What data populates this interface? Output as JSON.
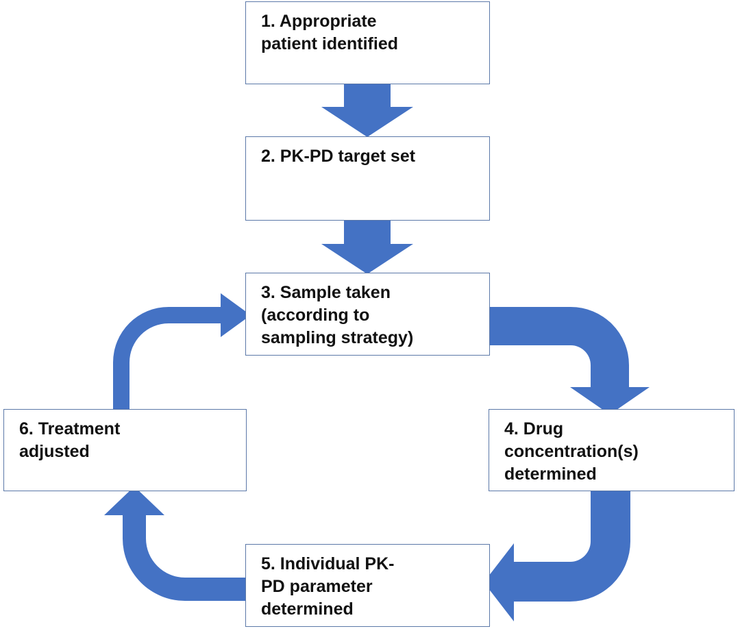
{
  "diagram": {
    "arrow_color": "#4472c4",
    "steps": [
      {
        "label": "1. Appropriate\npatient identified"
      },
      {
        "label": "2. PK-PD target set"
      },
      {
        "label": "3. Sample taken\n(according to\nsampling strategy)"
      },
      {
        "label": "4. Drug\nconcentration(s)\ndetermined"
      },
      {
        "label": "5. Individual PK-\nPD parameter\ndetermined"
      },
      {
        "label": "6. Treatment\nadjusted"
      }
    ]
  }
}
